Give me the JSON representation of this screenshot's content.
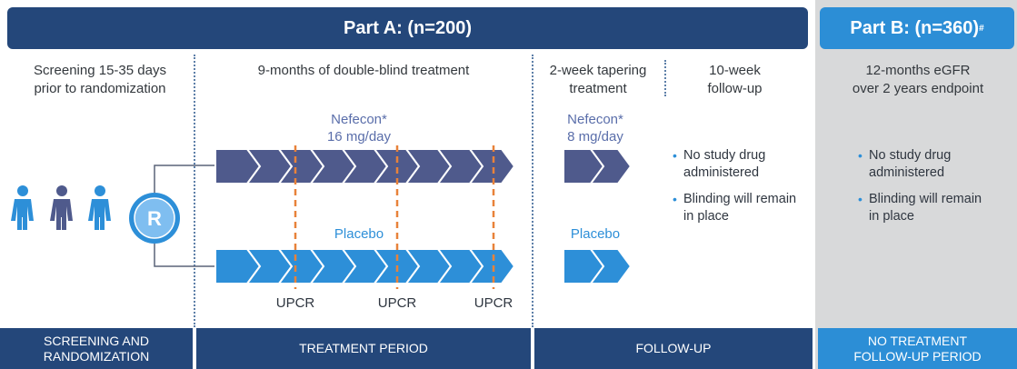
{
  "part_a": {
    "label": "Part A: (n=200)"
  },
  "part_b": {
    "label": "Part B: (n=360)",
    "superscript": "#"
  },
  "headers": {
    "screening": [
      "Screening 15-35 days",
      "prior to randomization"
    ],
    "treatment": "9-months of double-blind treatment",
    "tapering": [
      "2-week tapering",
      "treatment"
    ],
    "followup": [
      "10-week",
      "follow-up"
    ],
    "part_b": [
      "12-months eGFR",
      "over 2 years endpoint"
    ]
  },
  "arms": {
    "nefecon_main": [
      "Nefecon*",
      "16 mg/day"
    ],
    "nefecon_taper": [
      "Nefecon*",
      "8 mg/day"
    ],
    "placebo_main": "Placebo",
    "placebo_taper": "Placebo"
  },
  "randomization_label": "R",
  "followup_notes": [
    "No study drug administered",
    "Blinding will remain in place"
  ],
  "part_b_notes": [
    "No study drug administered",
    "Blinding will remain in place"
  ],
  "upcr_labels": [
    "UPCR",
    "UPCR",
    "UPCR"
  ],
  "footer": {
    "screening": [
      "SCREENING AND",
      "RANDOMIZATION"
    ],
    "treatment": "TREATMENT PERIOD",
    "followup": "FOLLOW-UP",
    "no_treatment": [
      "NO TREATMENT",
      "FOLLOW-UP PERIOD"
    ]
  },
  "colors": {
    "navy": "#24477a",
    "blue": "#2c8ed6",
    "nefecon_arrow": "#4f5a8c",
    "placebo_arrow": "#2d8fd8",
    "upcr_line": "#e8823a",
    "panel_b_bg": "#d8d9da"
  }
}
